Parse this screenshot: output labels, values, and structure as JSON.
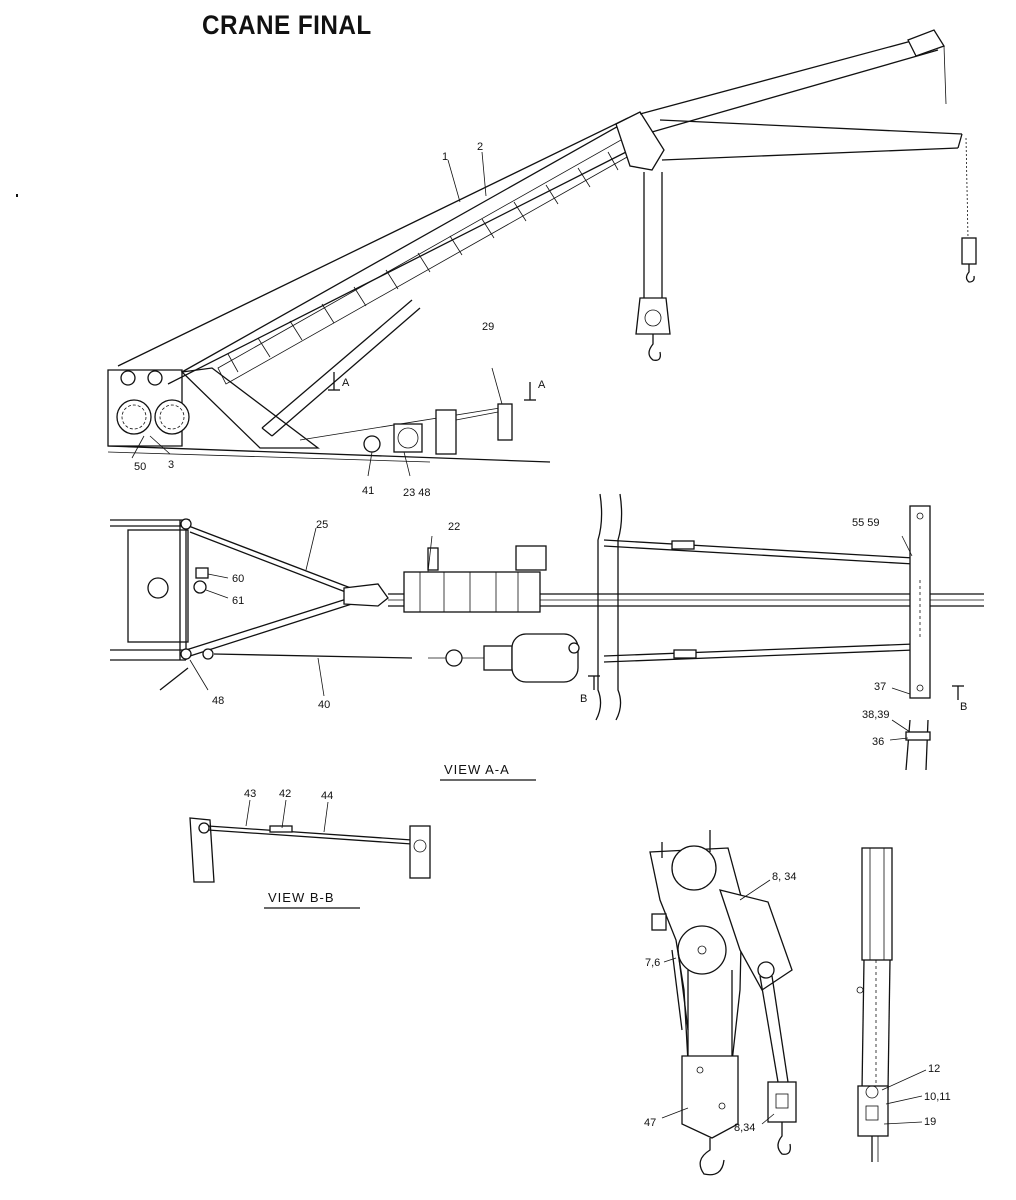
{
  "title": {
    "line1": "CRANE FINAL"
  },
  "callouts": {
    "c1": "1",
    "c2": "2",
    "c29": "29",
    "cA_left": "A",
    "cA_right": "A",
    "c50": "50",
    "c3": "3",
    "c41": "41",
    "c23_48": "23  48",
    "c25": "25",
    "c22": "22",
    "c55_59": "55 59",
    "c60": "60",
    "c61": "61",
    "c48": "48",
    "c40": "40",
    "cB_left": "B",
    "c37": "37",
    "cB_right": "B",
    "c38_39": "38,39",
    "c36": "36",
    "c43": "43",
    "c42": "42",
    "c44": "44",
    "c8_34_top": "8, 34",
    "c7_6": "7,6",
    "c47": "47",
    "c8_34_bottom": "8,34",
    "c12": "12",
    "c10_11": "10,11",
    "c19": "19"
  },
  "views": {
    "view_aa": "VIEW  A-A",
    "view_bb": "VIEW  B-B"
  }
}
